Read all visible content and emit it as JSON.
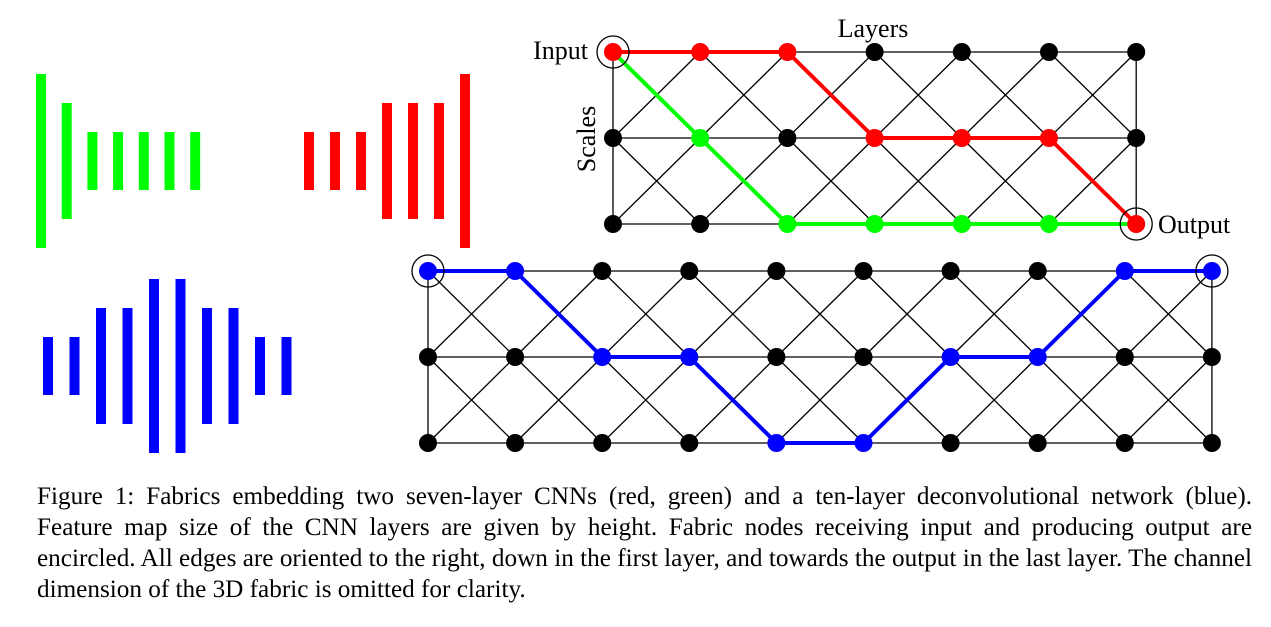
{
  "colors": {
    "red": "#ff0000",
    "green": "#00ff00",
    "blue": "#0000ff",
    "node": "#000000",
    "edge": "#000000"
  },
  "labels": {
    "layers": "Layers",
    "scales": "Scales",
    "input": "Input",
    "output": "Output"
  },
  "bar_heights": {
    "green": [
      3,
      2,
      1,
      1,
      1,
      1,
      1
    ],
    "red": [
      1,
      1,
      1,
      2,
      2,
      2,
      3
    ],
    "blue": [
      1,
      1,
      2,
      2,
      3,
      3,
      2,
      2,
      1,
      1
    ]
  },
  "fabric_small": {
    "layers": 7,
    "scales": 3
  },
  "fabric_large": {
    "layers": 10,
    "scales": 3
  },
  "paths": {
    "red": [
      [
        0,
        0
      ],
      [
        1,
        0
      ],
      [
        2,
        0
      ],
      [
        3,
        1
      ],
      [
        4,
        1
      ],
      [
        5,
        1
      ],
      [
        6,
        2
      ]
    ],
    "green": [
      [
        0,
        0
      ],
      [
        1,
        1
      ],
      [
        2,
        2
      ],
      [
        3,
        2
      ],
      [
        4,
        2
      ],
      [
        5,
        2
      ],
      [
        6,
        2
      ]
    ],
    "blue": [
      [
        0,
        0
      ],
      [
        1,
        0
      ],
      [
        2,
        1
      ],
      [
        3,
        1
      ],
      [
        4,
        2
      ],
      [
        5,
        2
      ],
      [
        6,
        1
      ],
      [
        7,
        1
      ],
      [
        8,
        0
      ],
      [
        9,
        0
      ]
    ]
  },
  "caption": "Figure 1:  Fabrics embedding two seven-layer CNNs (red, green) and a ten-layer deconvolutional network (blue). Feature map size of the CNN layers are given by height. Fabric nodes receiving input and producing output are encircled. All edges are oriented to the right, down in the first layer, and towards the output in the last layer. The channel dimension of the 3D fabric is omitted for clarity."
}
